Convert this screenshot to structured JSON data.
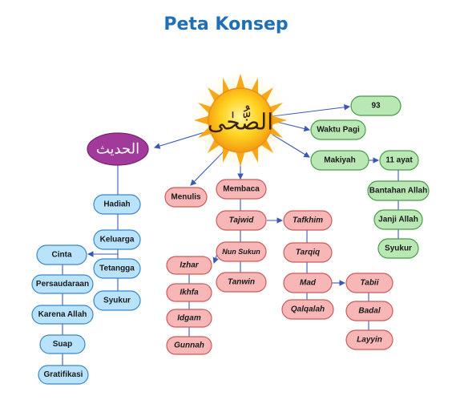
{
  "title": "Peta Konsep",
  "center_label": "الضُّحٰى",
  "hadith_label": "الحديث",
  "nodes": {
    "n93": "93",
    "waktu_pagi": "Waktu Pagi",
    "makiyah": "Makiyah",
    "ayat11": "11 ayat",
    "bantahan": "Bantahan Allah",
    "janji": "Janji Allah",
    "syukur_r": "Syukur",
    "menulis": "Menulis",
    "membaca": "Membaca",
    "tajwid": "Tajwid",
    "tafkhim": "Tafkhim",
    "nun_sukun": "Nun Sukun",
    "tarqiq": "Tarqiq",
    "tanwin": "Tanwin",
    "mad": "Mad",
    "tabii": "Tabii",
    "qalqalah": "Qalqalah",
    "badal": "Badal",
    "layyin": "Layyin",
    "izhar": "Izhar",
    "ikhfa": "Ikhfa",
    "idgam": "Idgam",
    "gunnah": "Gunnah",
    "hadiah": "Hadiah",
    "keluarga": "Keluarga",
    "tetangga": "Tetangga",
    "syukur_l": "Syukur",
    "cinta": "Cinta",
    "persaudaraan": "Persaudaraan",
    "karena_allah": "Karena Allah",
    "suap": "Suap",
    "gratifikasi": "Gratifikasi"
  }
}
